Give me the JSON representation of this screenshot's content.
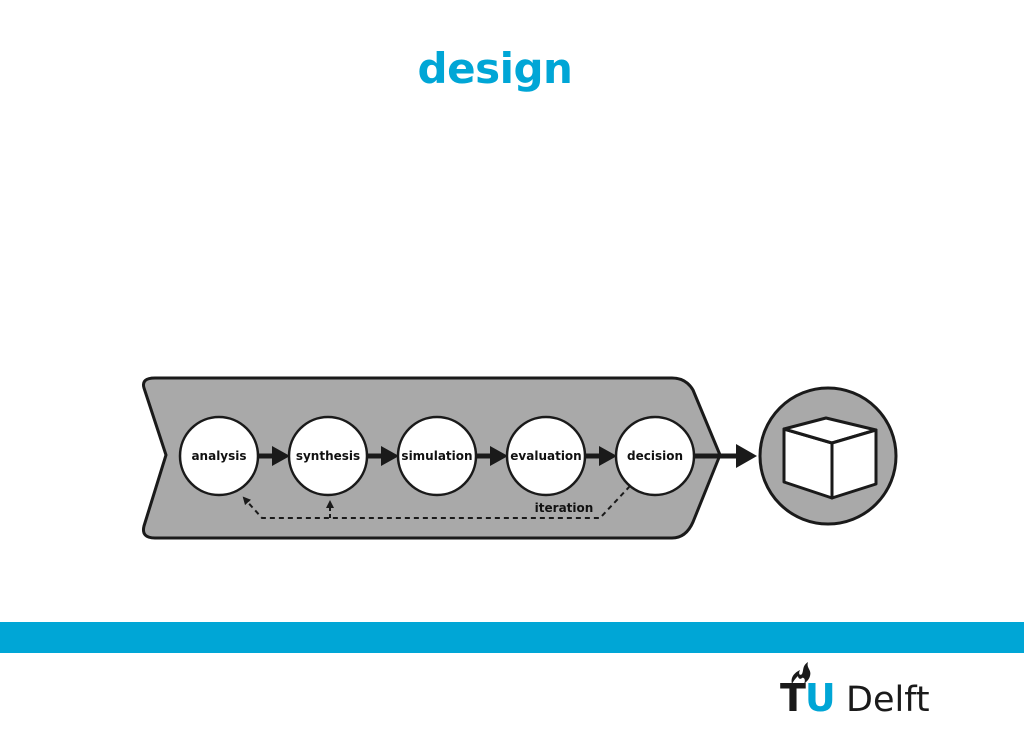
{
  "slide": {
    "title": "design"
  },
  "diagram": {
    "nodes": [
      {
        "id": "analysis",
        "label": "analysis"
      },
      {
        "id": "synthesis",
        "label": "synthesis"
      },
      {
        "id": "simulation",
        "label": "simulation"
      },
      {
        "id": "evaluation",
        "label": "evaluation"
      },
      {
        "id": "decision",
        "label": "decision"
      }
    ],
    "feedback_label": "iteration",
    "output_icon": "cube-icon",
    "colors": {
      "panel": "#a9a9a9",
      "node": "#ffffff",
      "stroke": "#1a1a1a"
    }
  },
  "branding": {
    "band_color": "#00a6d6",
    "logo_t": "T",
    "logo_u": "U",
    "logo_delft": "Delft",
    "logo_icon": "flame-icon"
  }
}
